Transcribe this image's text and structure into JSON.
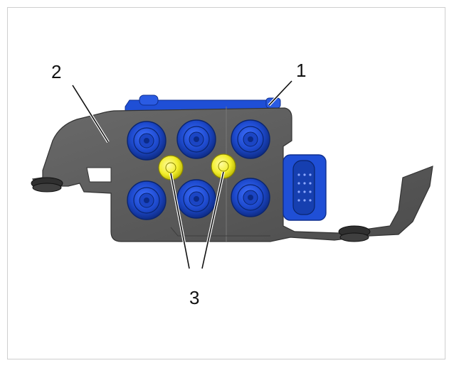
{
  "callouts": {
    "c1": "1",
    "c2": "2",
    "c3": "3"
  },
  "colors": {
    "bracket": "#595959",
    "bracket_dark": "#3f3f3f",
    "blue_part": "#1f4fd6",
    "blue_dark": "#0f2f8f",
    "yellow_part": "#f2f03a",
    "line": "#111111"
  },
  "icons": {
    "fittings": "hydraulic-union-icon",
    "bolts": "bolt-head-icon",
    "connector": "electrical-connector-icon"
  }
}
